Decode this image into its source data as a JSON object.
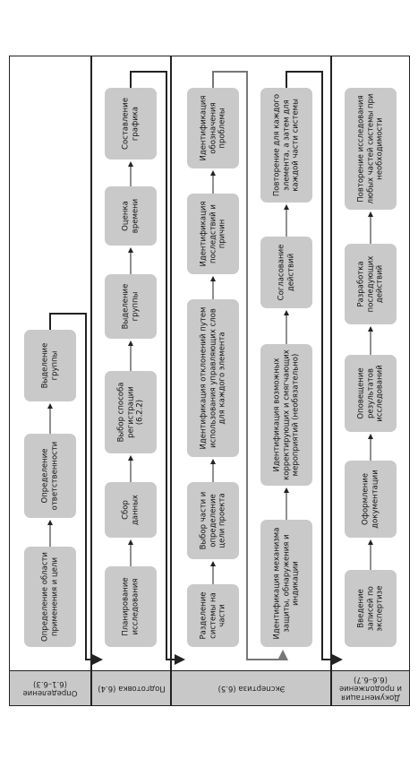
{
  "lanes": [
    {
      "id": "def",
      "header": "Определение\n(6.1–6.3)"
    },
    {
      "id": "prep",
      "header": "Подготовка (6.4)"
    },
    {
      "id": "exp",
      "header": "Экспертиза (6.5)"
    },
    {
      "id": "doc",
      "header": "Документация\nи продолжение\n(6.6–6.7)"
    }
  ],
  "steps": {
    "def": [
      "Определение области применения и цели",
      "Определение ответственности",
      "Выделение группы"
    ],
    "prep": [
      "Планирование исследования",
      "Сбор данных",
      "Выбор способа регистрации (6.2.2)",
      "Выделение группы",
      "Оценка времени",
      "Составление графика"
    ],
    "exp_row1": [
      "Разделение системы на части",
      "Выбор части и определение цели проекта",
      "Идентификация отклонений путем использования управляющих слов для каждого элемента",
      "Идентификация последствий и причин",
      "Идентификация обозначения проблемы"
    ],
    "exp_row2": [
      "Идентификация механизма защиты, обнаружения и индикации",
      "Идентификация возможных корректирующих и смягчающих мероприятий (необязательно)",
      "Согласование действий",
      "Повторение для каждого элемента, а затем для каждой части системы"
    ],
    "doc": [
      "Введение записей по экспертизе",
      "Оформление документации",
      "Оповещение результатов исследований",
      "Разработка последующих действий",
      "Повторение исследования любых частей системы при необходимости"
    ]
  },
  "colors": {
    "node": "#c9c9c9",
    "header": "#c8c8c8",
    "line": "#222222",
    "connector_gray": "#777777"
  }
}
